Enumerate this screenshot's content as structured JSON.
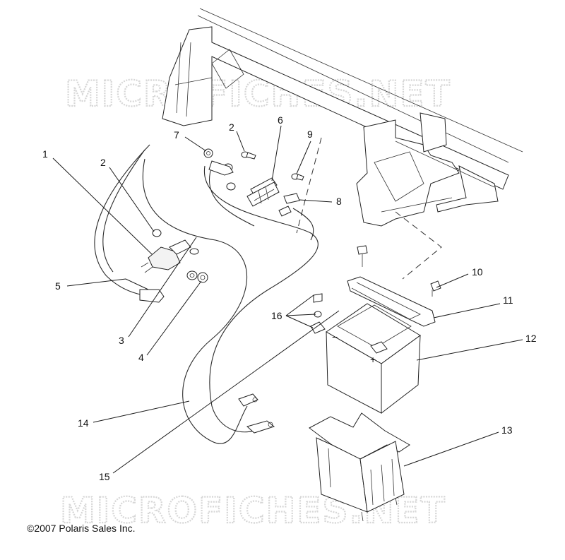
{
  "watermark": {
    "top": "MICROFICHES.NET",
    "bottom": "MICROFICHES.NET"
  },
  "copyright": "©2007 Polaris Sales Inc.",
  "callouts": {
    "c1": "1",
    "c2a": "2",
    "c2b": "2",
    "c3": "3",
    "c4": "4",
    "c5": "5",
    "c6": "6",
    "c7": "7",
    "c8": "8",
    "c9": "9",
    "c10": "10",
    "c11": "11",
    "c12": "12",
    "c13": "13",
    "c14": "14",
    "c15": "15",
    "c16": "16"
  },
  "battery": {
    "minus": "−",
    "plus": "+"
  }
}
